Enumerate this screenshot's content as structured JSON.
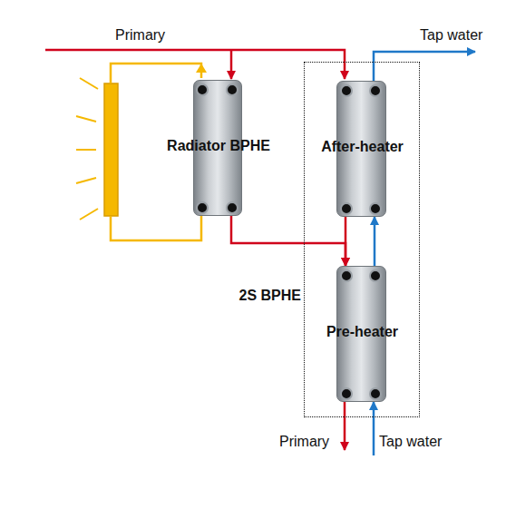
{
  "diagram": {
    "nodes": [
      {
        "text": [
          "Radiator BPHE"
        ]
      },
      {
        "text": [
          "2S BPHE"
        ]
      },
      {
        "text": [
          "After-heater"
        ],
        "in": 1
      },
      {
        "text": [
          "Pre-heater"
        ],
        "in": 1
      }
    ],
    "edges": [
      {
        "from": 0,
        "to": 3,
        "arrow": "to"
      },
      {
        "from": 2,
        "to": 3,
        "arrow": "to"
      },
      {
        "from": 3,
        "to": 2,
        "arrow": "to"
      }
    ],
    "labels": [
      "Primary",
      "Tap water",
      "Primary",
      "Tap water"
    ]
  }
}
